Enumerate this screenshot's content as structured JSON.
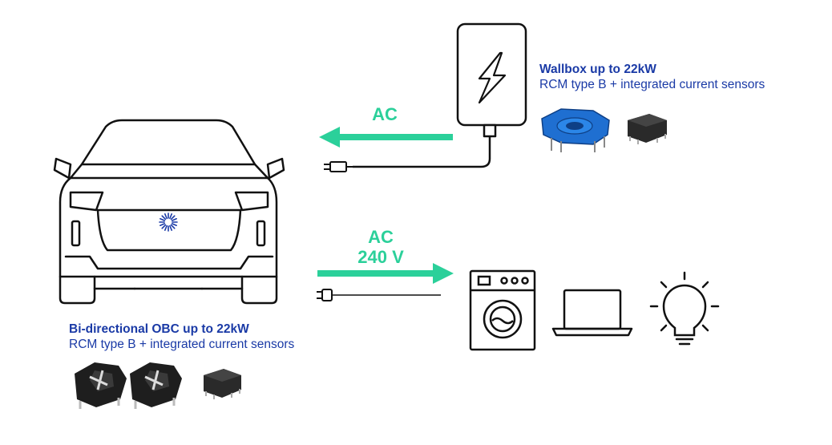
{
  "wallbox": {
    "title": "Wallbox up to 22kW",
    "subtitle": "RCM type B + integrated current sensors"
  },
  "obc": {
    "title": "Bi-directional OBC up to 22kW",
    "subtitle": "RCM type B + integrated current sensors"
  },
  "flow_top": {
    "line1": "AC"
  },
  "flow_bottom": {
    "line1": "AC",
    "line2": "240 V"
  },
  "colors": {
    "accent_green": "#2bd09a",
    "brand_blue": "#1a3aa6",
    "line_black": "#111111",
    "sensor_blue": "#1f6fd1",
    "sensor_dark": "#222222"
  },
  "icons": [
    "car-icon",
    "wallbox-icon",
    "bolt-icon",
    "washing-machine-icon",
    "laptop-icon",
    "light-bulb-icon",
    "plug-icon",
    "rcm-sensor-icon",
    "current-sensor-chip-icon"
  ]
}
